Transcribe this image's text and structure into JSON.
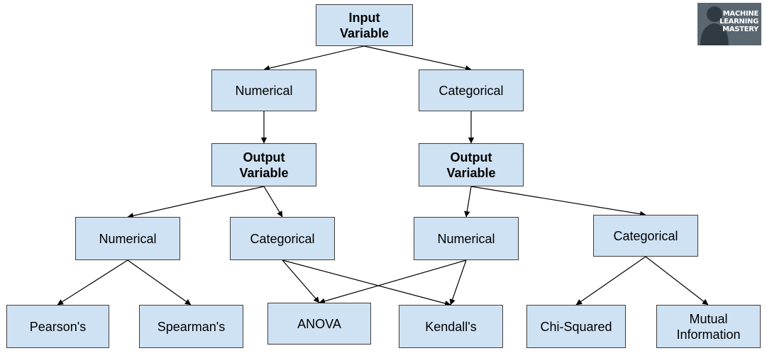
{
  "nodes": {
    "root": "Input\nVariable",
    "in_num": "Numerical",
    "in_cat": "Categorical",
    "out_l": "Output\nVariable",
    "out_r": "Output\nVariable",
    "l_num": "Numerical",
    "l_cat": "Categorical",
    "r_num": "Numerical",
    "r_cat": "Categorical",
    "pearson": "Pearson's",
    "spearman": "Spearman's",
    "anova": "ANOVA",
    "kendall": "Kendall's",
    "chi": "Chi-Squared",
    "mi": "Mutual\nInformation"
  },
  "edges": [
    [
      "root",
      "in_num"
    ],
    [
      "root",
      "in_cat"
    ],
    [
      "in_num",
      "out_l"
    ],
    [
      "in_cat",
      "out_r"
    ],
    [
      "out_l",
      "l_num"
    ],
    [
      "out_l",
      "l_cat"
    ],
    [
      "out_r",
      "r_num"
    ],
    [
      "out_r",
      "r_cat"
    ],
    [
      "l_num",
      "pearson"
    ],
    [
      "l_num",
      "spearman"
    ],
    [
      "l_cat",
      "anova"
    ],
    [
      "l_cat",
      "kendall"
    ],
    [
      "r_num",
      "anova"
    ],
    [
      "r_num",
      "kendall"
    ],
    [
      "r_cat",
      "chi"
    ],
    [
      "r_cat",
      "mi"
    ]
  ],
  "logo": {
    "line1": "MACHINE",
    "line2": "LEARNING",
    "line3": "MASTERY"
  },
  "colors": {
    "node_fill": "#cfe2f3",
    "node_border": "#3d3d3d",
    "edge": "#000000"
  }
}
